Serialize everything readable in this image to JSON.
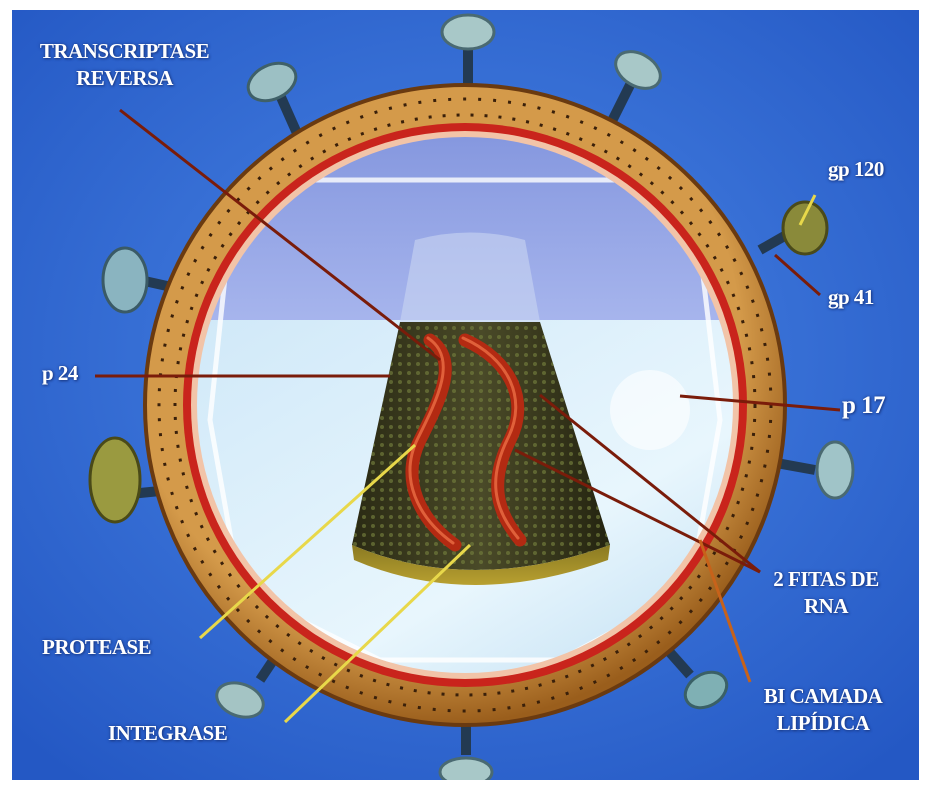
{
  "diagram": {
    "colors": {
      "background": "#2f6fd6",
      "membrane": "#b8782c",
      "inner_ring": "#c9241c",
      "matrix_top": "#8fa3e8",
      "matrix_bottom": "#d8eefa",
      "capsid": "#3b3b1f",
      "rna": "#b32a12",
      "pointer": "#7a1c0a"
    },
    "labels": {
      "transcriptase_line1": "TRANSCRIPTASE",
      "transcriptase_line2": "REVERSA",
      "gp120": "gp 120",
      "gp41": "gp 41",
      "p24": "p 24",
      "p17": "p 17",
      "rna_line1": "2 FITAS DE",
      "rna_line2": "RNA",
      "protease": "PROTEASE",
      "integrase": "INTEGRASE",
      "lipid_line1": "BI CAMADA",
      "lipid_line2": "LIPÍDICA"
    }
  }
}
